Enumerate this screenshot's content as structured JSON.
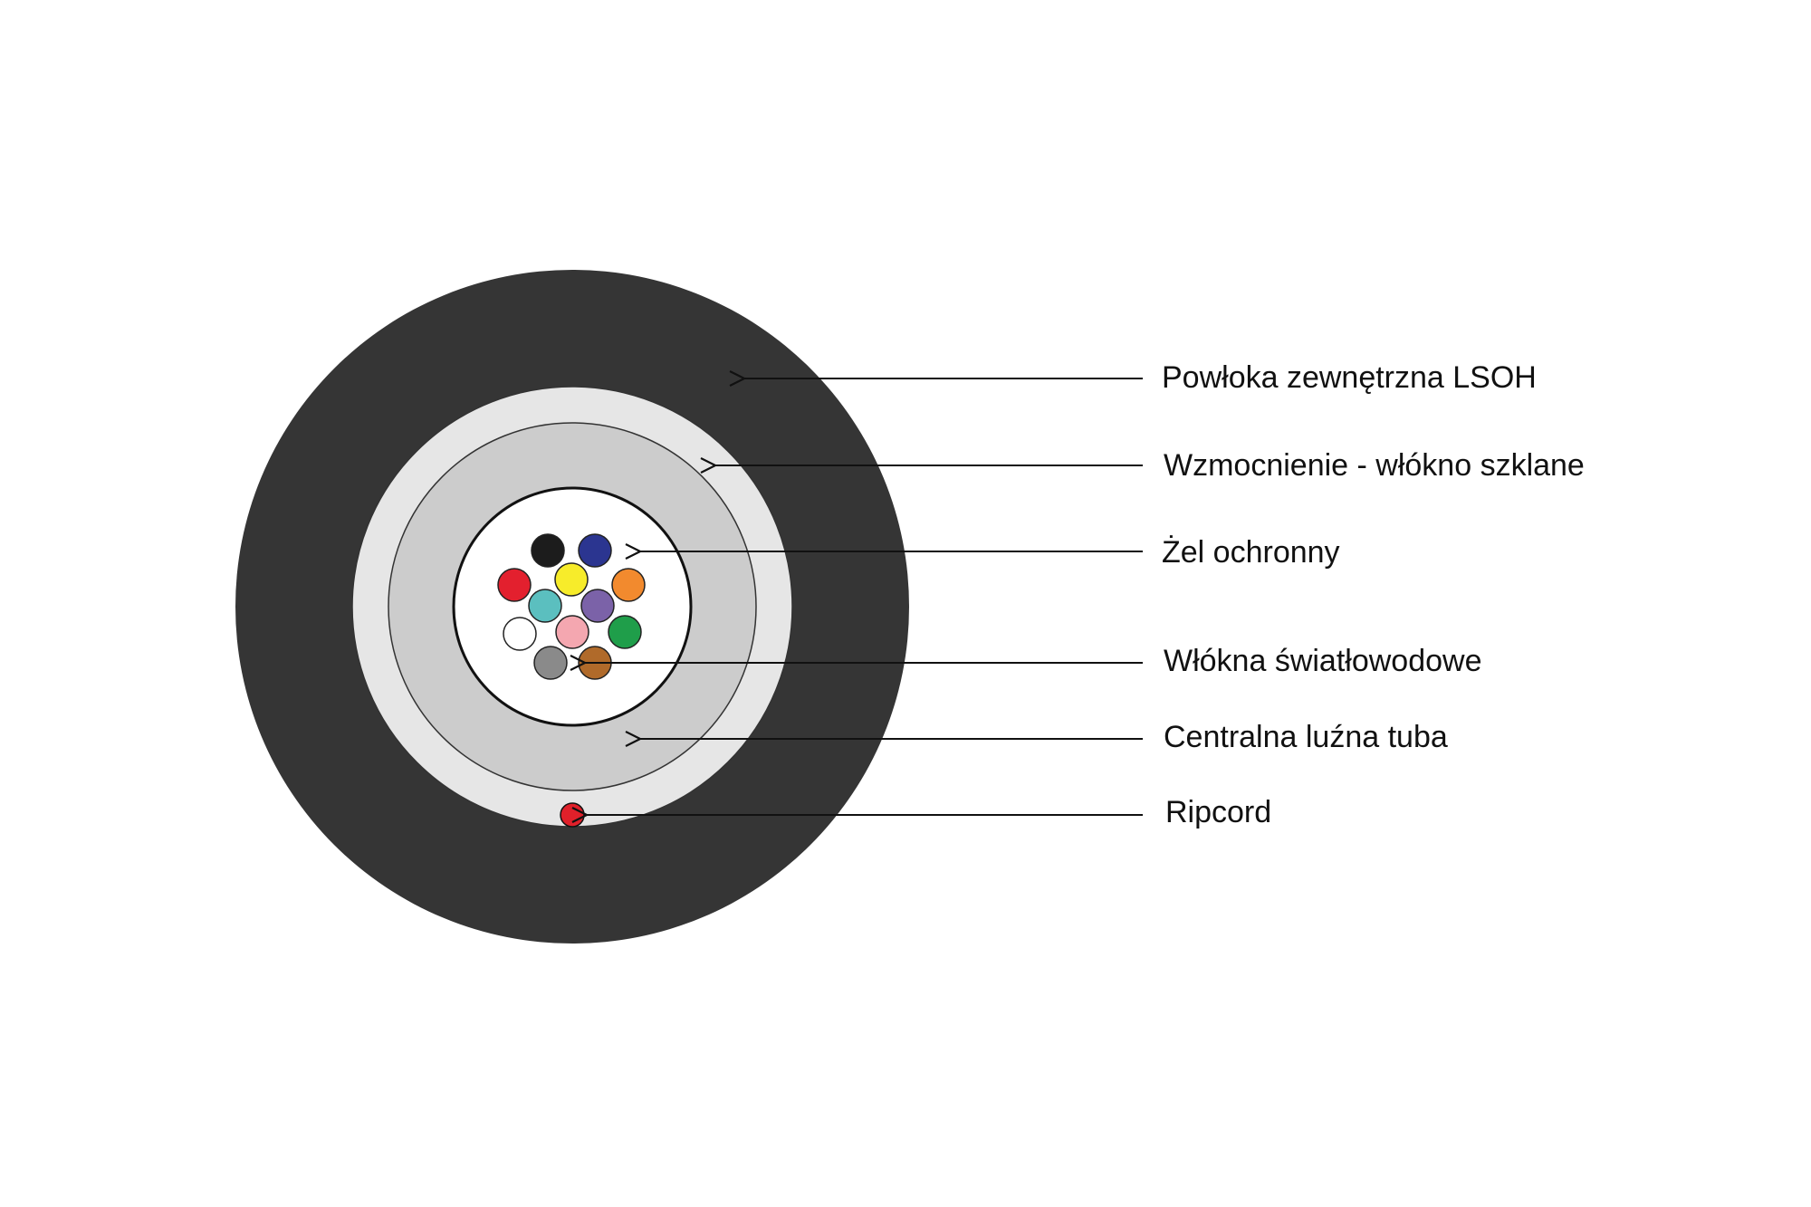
{
  "labels": [
    "Powłoka zewnętrzna LSOH",
    "Wzmocnienie - włókno szklane",
    "Żel ochronny",
    "Włókna światłowodowe",
    "Centralna luźna tuba",
    "Ripcord"
  ],
  "colors": {
    "outer_jacket": "#353535",
    "strength_layer": "#e6e6e6",
    "loose_tube": "#cccccc",
    "gel": "#ffffff",
    "ripcord": "#e0202a",
    "line": "#111111"
  },
  "fibers": [
    {
      "name": "black",
      "color": "#1c1c1c"
    },
    {
      "name": "blue",
      "color": "#2b3590"
    },
    {
      "name": "red",
      "color": "#e3202e"
    },
    {
      "name": "yellow",
      "color": "#f7ec2a"
    },
    {
      "name": "orange",
      "color": "#f28a2e"
    },
    {
      "name": "turquoise",
      "color": "#5bbfbf"
    },
    {
      "name": "violet",
      "color": "#7b62a8"
    },
    {
      "name": "white",
      "color": "#ffffff"
    },
    {
      "name": "pink",
      "color": "#f4a7b0"
    },
    {
      "name": "green",
      "color": "#1f9e4a"
    },
    {
      "name": "grey",
      "color": "#8a8a8a"
    },
    {
      "name": "brown",
      "color": "#b06a2a"
    }
  ]
}
